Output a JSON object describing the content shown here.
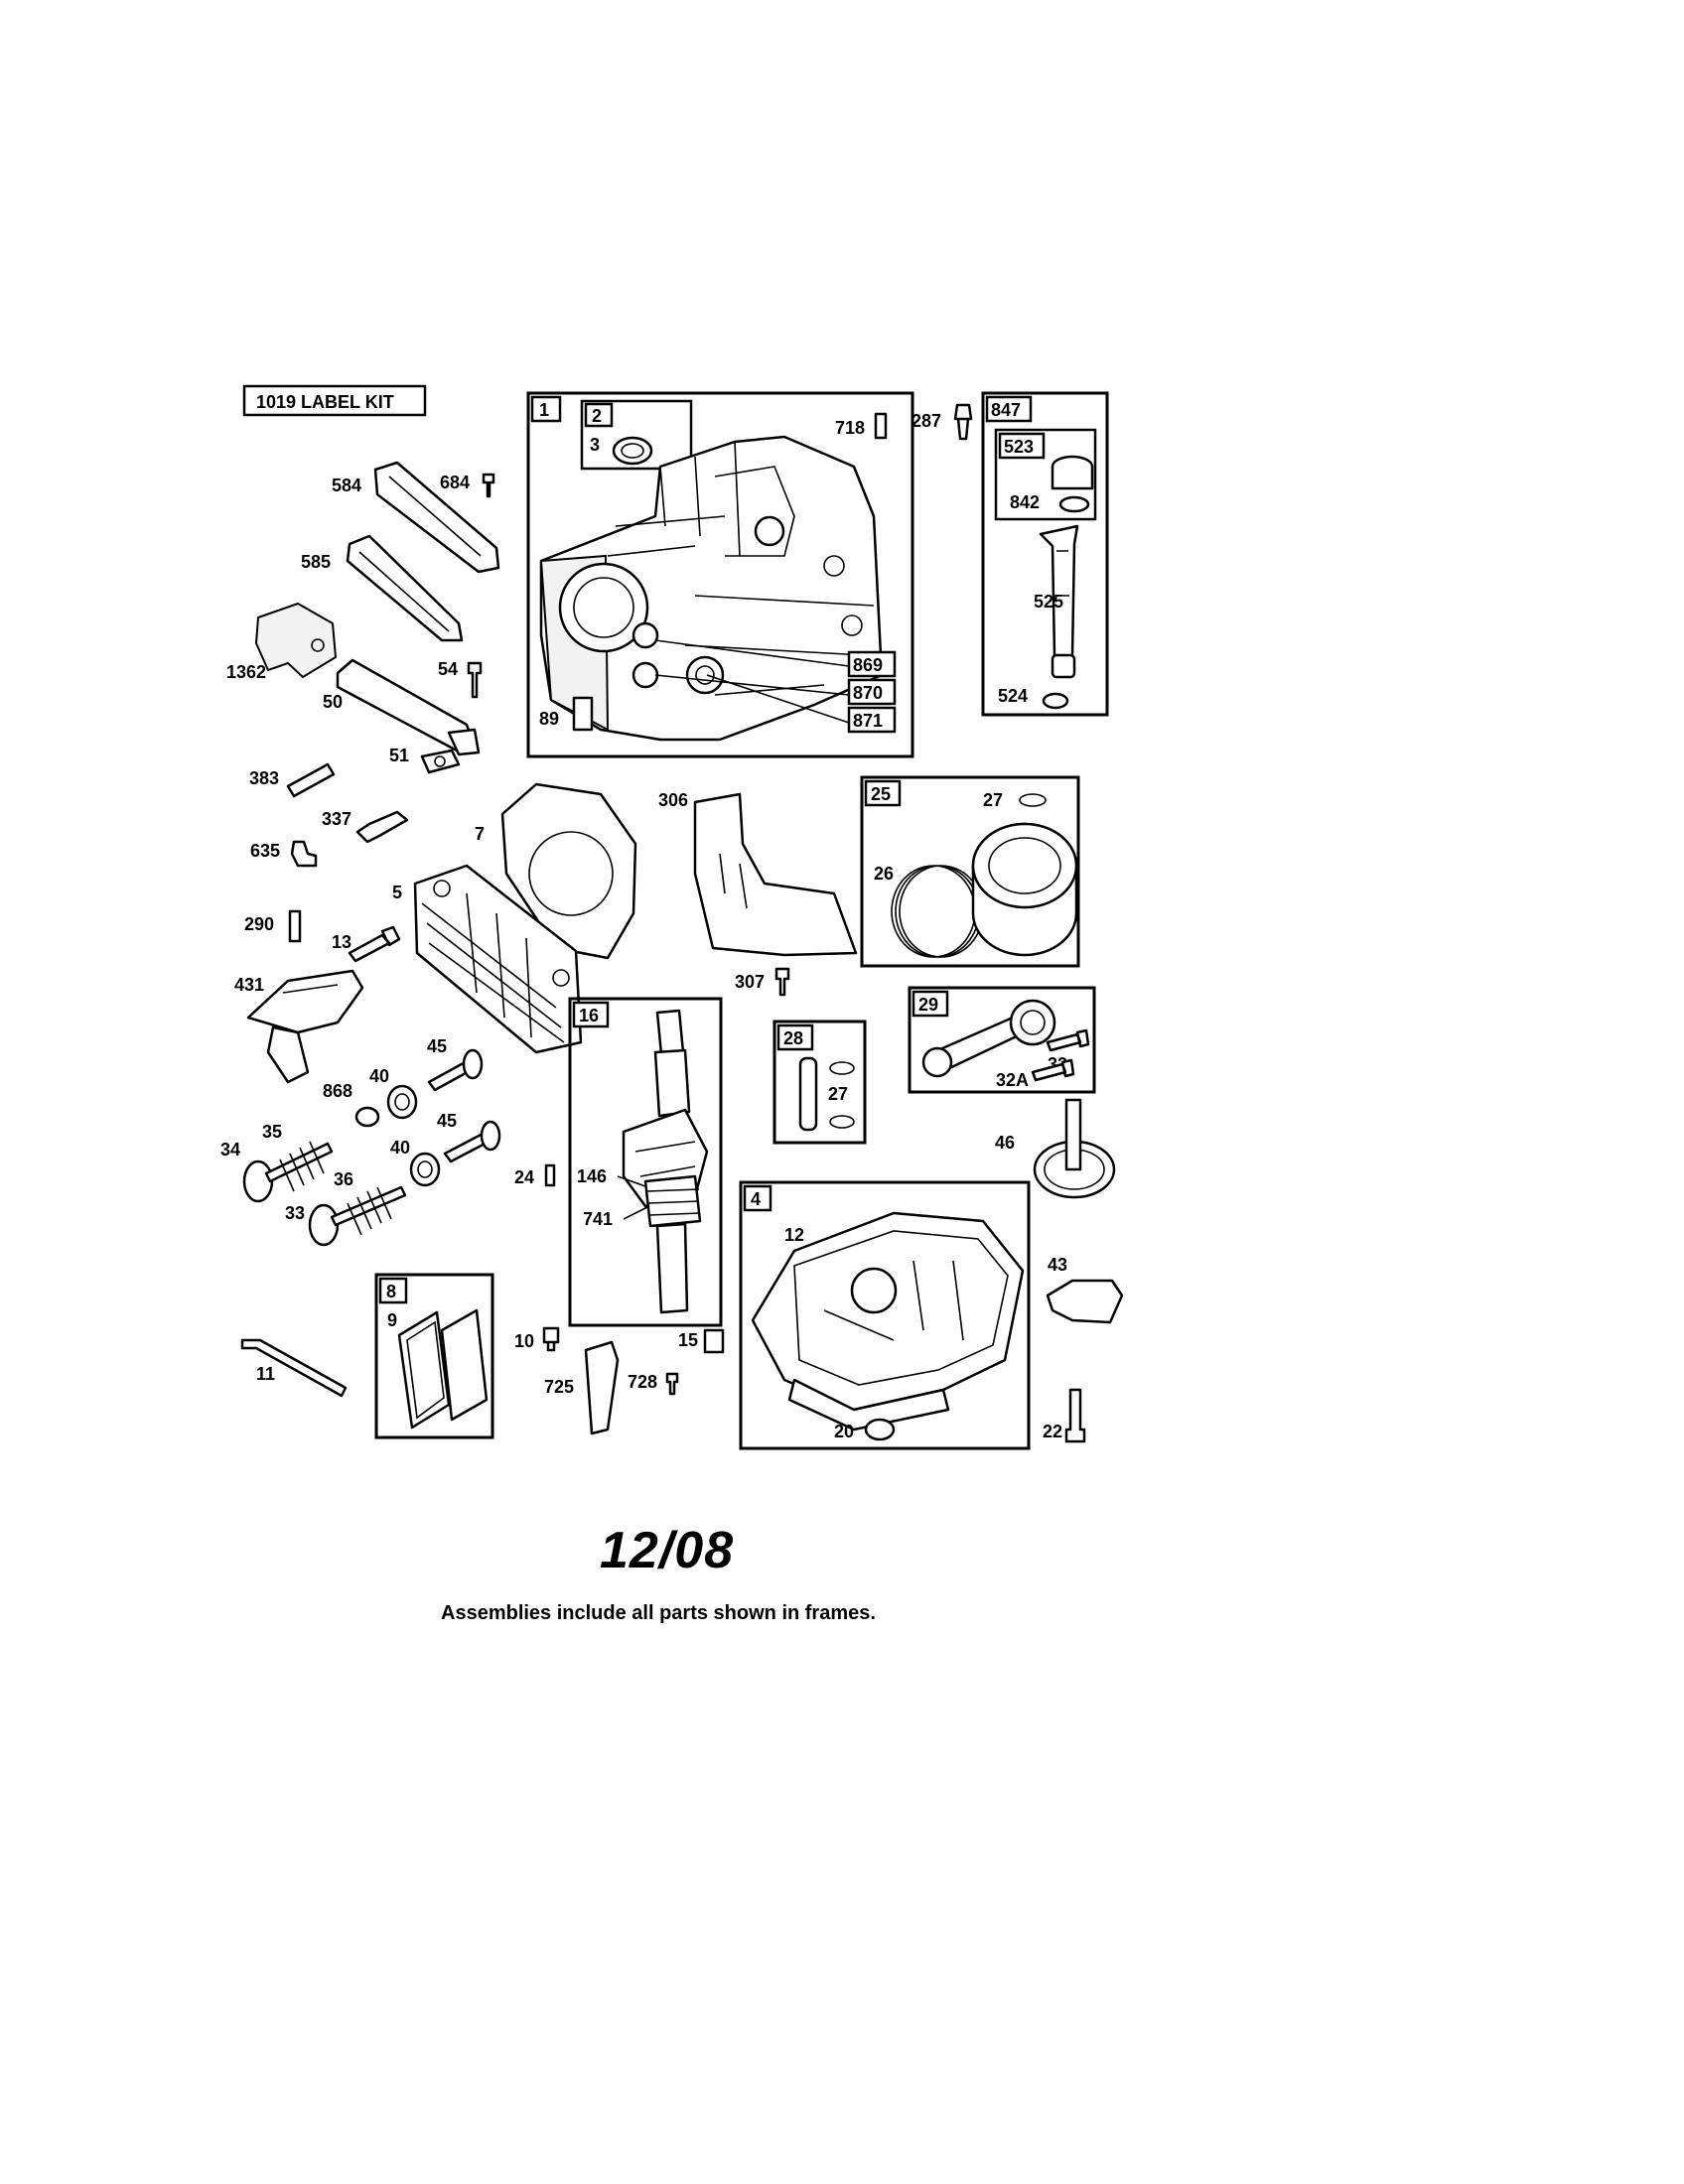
{
  "diagram": {
    "label_kit": "1019 LABEL KIT",
    "date": "12/08",
    "footnote": "Assemblies include all parts shown in frames.",
    "frames": {
      "cylinder": "1",
      "seal_kit": "2",
      "dipstick_tube": "847",
      "dipstick": "523",
      "piston_rings": "25",
      "connecting_rod": "29",
      "crankshaft": "16",
      "piston_pin": "28",
      "sump": "4",
      "valve_gasket": "8",
      "bushing_869": "869",
      "bushing_870": "870",
      "bushing_871": "871"
    },
    "labels": {
      "p3": "3",
      "p718": "718",
      "p287": "287",
      "p842": "842",
      "p525": "525",
      "p524": "524",
      "p584": "584",
      "p684": "684",
      "p585": "585",
      "p1362": "1362",
      "p54": "54",
      "p50": "50",
      "p89": "89",
      "p51": "51",
      "p383": "383",
      "p337": "337",
      "p635": "635",
      "p7": "7",
      "p306": "306",
      "p27a": "27",
      "p26": "26",
      "p290": "290",
      "p5": "5",
      "p13": "13",
      "p307": "307",
      "p32": "32",
      "p32a": "32A",
      "p431": "431",
      "p45a": "45",
      "p40a": "40",
      "p868": "868",
      "p27b": "27",
      "p46": "46",
      "p35": "35",
      "p34": "34",
      "p45b": "45",
      "p40b": "40",
      "p36": "36",
      "p33": "33",
      "p24": "24",
      "p146": "146",
      "p741": "741",
      "p12": "12",
      "p43": "43",
      "p9": "9",
      "p11": "11",
      "p10": "10",
      "p15": "15",
      "p725": "725",
      "p728": "728",
      "p20": "20",
      "p22": "22"
    }
  }
}
